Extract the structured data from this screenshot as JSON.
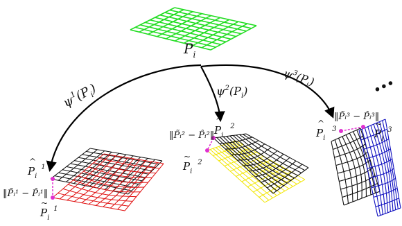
{
  "figure": {
    "top_label": "P",
    "top_sub": "i",
    "ellipsis": "...",
    "arrows": [
      {
        "fn": "ψ",
        "sup": "1",
        "arg": "(P",
        "sub": "i",
        "close": ")"
      },
      {
        "fn": "ψ",
        "sup": "2",
        "arg": "(P",
        "sub": "i",
        "close": ")"
      },
      {
        "fn": "ψ",
        "sup": "3",
        "arg": "(P",
        "sub": "i",
        "close": ")"
      }
    ],
    "panel1": {
      "hat_label": "P",
      "hat_sub": "i",
      "hat_sup": "1",
      "tilde_label": "P",
      "tilde_sub": "i",
      "tilde_sup": "1",
      "norm_text": "‖P̃ᵢ¹ − P̂ᵢ¹‖"
    },
    "panel2": {
      "hat_label": "P",
      "hat_sub": "i",
      "hat_sup": "2",
      "tilde_label": "P",
      "tilde_sub": "i",
      "tilde_sup": "2",
      "norm_text": "‖P̃ᵢ² − P̂ᵢ²‖"
    },
    "panel3": {
      "hat_label": "P",
      "hat_sub": "i",
      "hat_sup": "3",
      "tilde_label": "P",
      "tilde_sub": "i",
      "tilde_sup": "3",
      "norm_text": "‖P̃ᵢ³ − P̂ᵢ³‖"
    },
    "colors": {
      "top_grid": "#22dd22",
      "panel1_predicted": "#111111",
      "panel1_target": "#e01010",
      "panel2_predicted": "#111111",
      "panel2_target": "#f2e600",
      "panel3_predicted": "#111111",
      "panel3_target": "#1010c0",
      "error_marker": "#e030d0",
      "arrow": "#000000"
    }
  }
}
